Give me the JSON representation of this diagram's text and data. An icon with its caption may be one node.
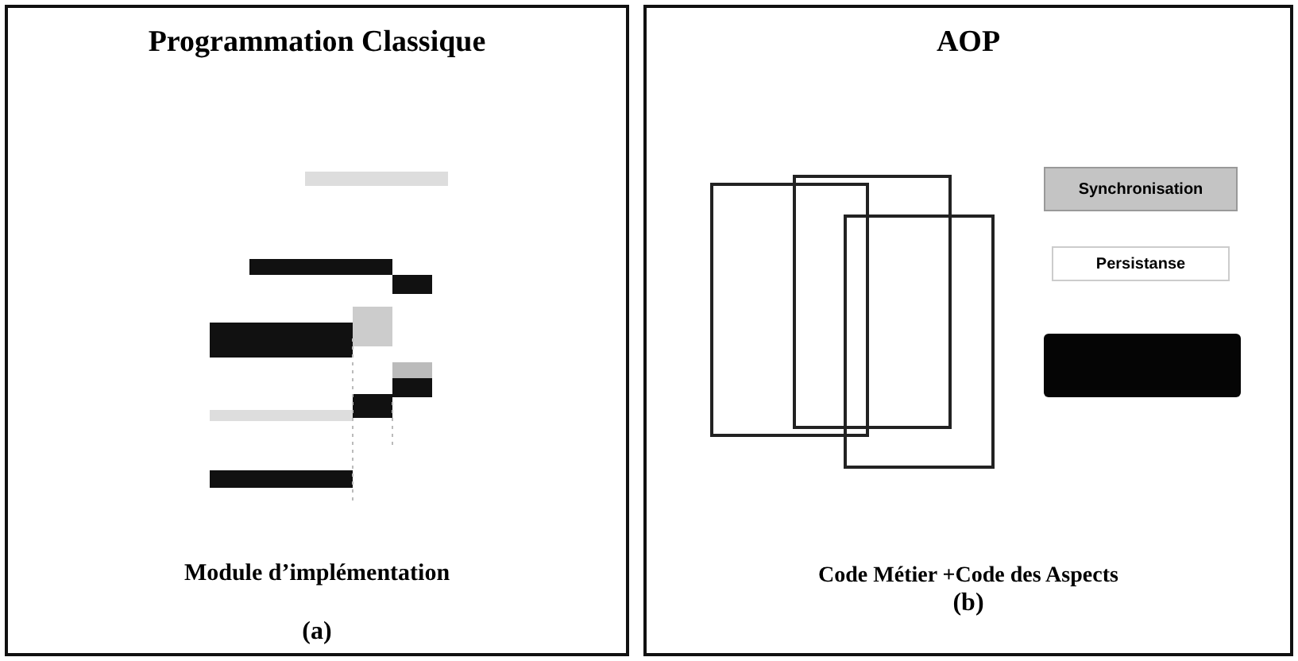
{
  "diagram": {
    "nodes": [
      {
        "text": [
          "Programmation Classique",
          "Module d’implémentation",
          "(a)"
        ]
      },
      {
        "text": [
          "AOP",
          "Code Métier +Code des Aspects",
          "(b)"
        ]
      },
      {
        "text": [],
        "shape": "box",
        "in": 1
      },
      {
        "text": [],
        "shape": "box",
        "in": 1
      },
      {
        "text": [],
        "shape": "box",
        "in": 1
      },
      {
        "text": [
          "Synchronisation"
        ],
        "in": 1
      },
      {
        "text": [
          "Persistanse"
        ],
        "in": 1
      },
      {
        "text": [],
        "shape": "box",
        "in": 1
      }
    ],
    "edges": []
  }
}
